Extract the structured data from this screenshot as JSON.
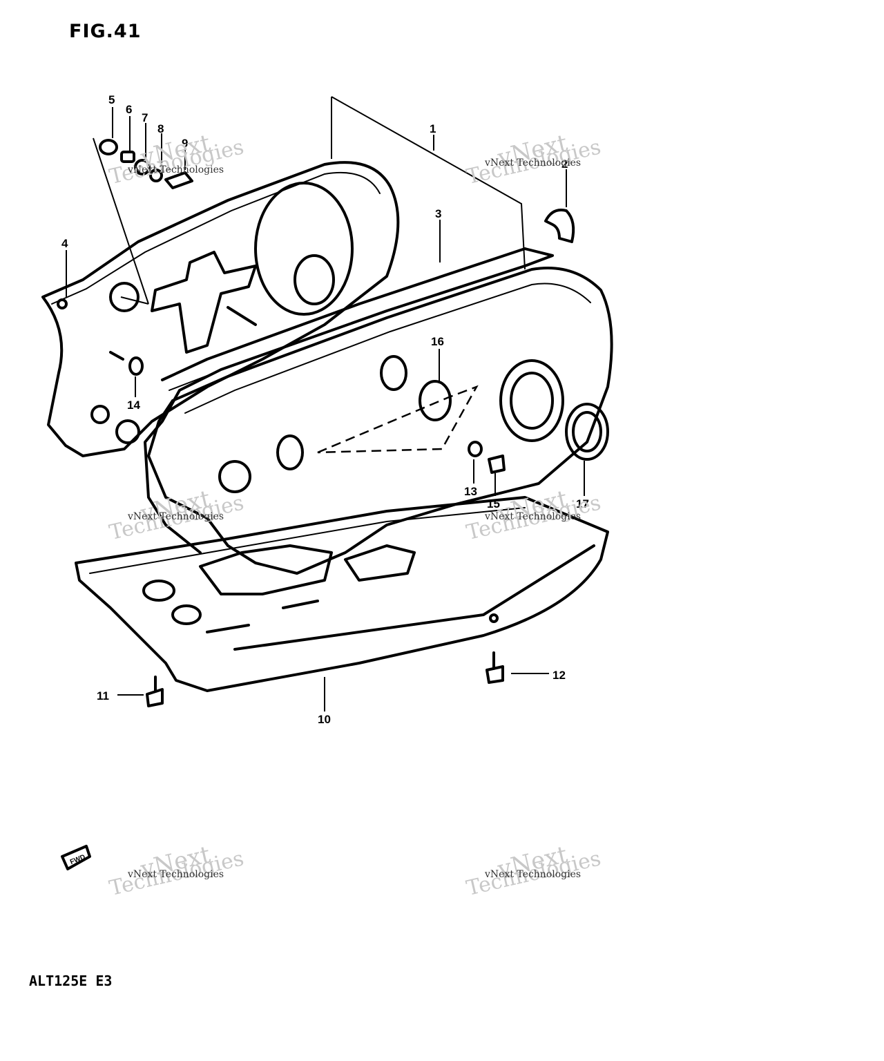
{
  "figure": {
    "title": "FIG.41",
    "model": "ALT125E  E3",
    "direction_label": "FWD"
  },
  "watermark": {
    "big_line1": "vNext",
    "big_line2": "Technologies",
    "small": "vNext Technologies"
  },
  "callouts": [
    {
      "id": "c1",
      "label": "1"
    },
    {
      "id": "c2",
      "label": "2"
    },
    {
      "id": "c3",
      "label": "3"
    },
    {
      "id": "c4",
      "label": "4"
    },
    {
      "id": "c5",
      "label": "5"
    },
    {
      "id": "c6",
      "label": "6"
    },
    {
      "id": "c7",
      "label": "7"
    },
    {
      "id": "c8",
      "label": "8"
    },
    {
      "id": "c9",
      "label": "9"
    },
    {
      "id": "c10",
      "label": "10"
    },
    {
      "id": "c11",
      "label": "11"
    },
    {
      "id": "c12",
      "label": "12"
    },
    {
      "id": "c13",
      "label": "13"
    },
    {
      "id": "c14",
      "label": "14"
    },
    {
      "id": "c15",
      "label": "15"
    },
    {
      "id": "c16",
      "label": "16"
    },
    {
      "id": "c17",
      "label": "17"
    }
  ]
}
